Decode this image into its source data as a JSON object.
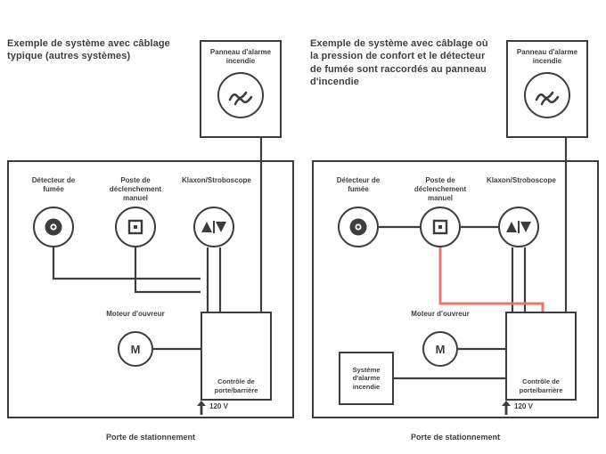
{
  "colors": {
    "line": "#3d3d3d",
    "text": "#3f3f3f",
    "accent_red": "#e8766b",
    "background": "#ffffff"
  },
  "left_diagram": {
    "title": "Exemple de système avec câblage typique (autres systèmes)",
    "fire_panel_label": "Panneau d'alarme incendie",
    "components": {
      "smoke_detector": "Détecteur de fumée",
      "pull_station": "Poste de déclenchement manuel",
      "horn_strobe": "Klaxon/Stroboscope",
      "motor": "Moteur d'ouvreur",
      "motor_letter": "M",
      "controller": "Contrôle de porte/barrière"
    },
    "power_label": "120 V",
    "caption": "Porte de stationnement"
  },
  "right_diagram": {
    "title": "Exemple de système avec câblage où la pression de confort et le détecteur de fumée sont raccordés au panneau d'incendie",
    "fire_panel_label": "Panneau d'alarme incendie",
    "components": {
      "smoke_detector": "Détecteur de fumée",
      "pull_station": "Poste de déclenchement manuel",
      "horn_strobe": "Klaxon/Stroboscope",
      "motor": "Moteur d'ouvreur",
      "motor_letter": "M",
      "controller": "Contrôle de porte/barrière",
      "fire_alarm_system": "Système d'alarme incendie"
    },
    "power_label": "120 V",
    "caption": "Porte de stationnement"
  }
}
